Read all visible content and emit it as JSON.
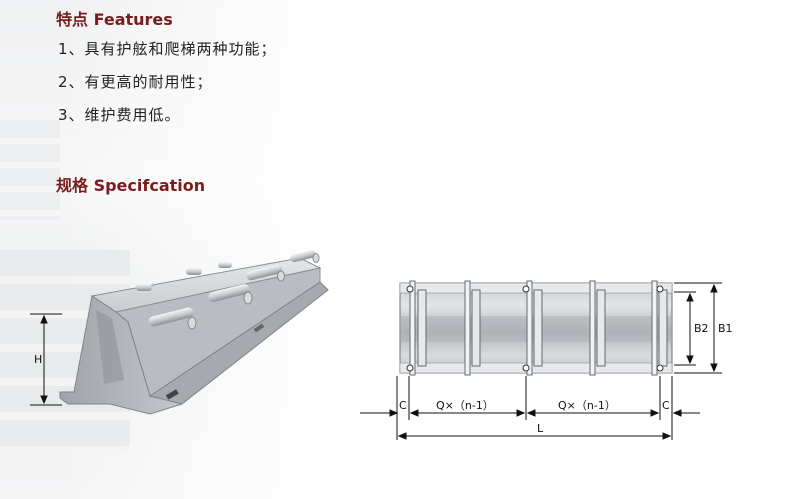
{
  "features": {
    "heading": "特点 Features",
    "items": [
      "1、具有护舷和爬梯两种功能；",
      "2、有更高的耐用性；",
      "3、维护费用低。"
    ]
  },
  "specification": {
    "heading": "规格 Specifcation"
  },
  "diagram_side": {
    "label_h": "H"
  },
  "diagram_top": {
    "label_b2": "B2",
    "label_b1": "B1",
    "label_c_left": "C",
    "label_q_left": "Q×（n-1）",
    "label_q_right": "Q×（n-1）",
    "label_c_right": "C",
    "label_l": "L"
  },
  "colors": {
    "heading": "#7a1c1c",
    "text": "#222222"
  }
}
